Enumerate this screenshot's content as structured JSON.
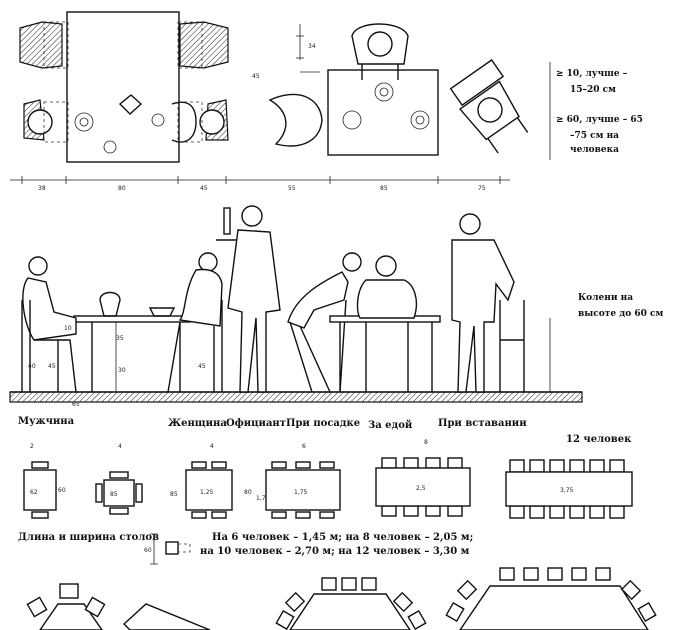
{
  "plan_view": {
    "dims_bottom": [
      "38",
      "80",
      "45",
      "55",
      "85",
      "75"
    ],
    "dims_vertical": [
      "34",
      "45"
    ]
  },
  "notes": {
    "gap_min": "≥ 10, лучше –",
    "gap_range": "15–20 см",
    "width_min": "≥ 60, лучше – 65",
    "width_range": "–75 см на",
    "width_unit": "человека",
    "knees": "Колени на",
    "knees_height": "высоте до 60 см"
  },
  "elevation": {
    "figure_labels": [
      "Мужчина",
      "Женщина",
      "Официант",
      "При посадке",
      "За едой",
      "При вставании"
    ],
    "dims": [
      "10",
      "45",
      "40",
      "65",
      "35",
      "45",
      "30"
    ]
  },
  "tables": {
    "counts": [
      "2",
      "4",
      "4",
      "6",
      "8",
      "12 человек"
    ],
    "sizes": [
      "62",
      "85",
      "1,25",
      "1,75",
      "2,5",
      "3,75"
    ],
    "side_dims": [
      "60",
      "85",
      "80",
      "1,7"
    ],
    "caption": "Длина и ширина столов",
    "note_line1": "На 6 человек – 1,45 м; на 8 человек – 2,05 м;",
    "note_line2": "на 10 человек – 2,70 м; на 12 человек – 3,30 м",
    "small_dim": "60"
  }
}
